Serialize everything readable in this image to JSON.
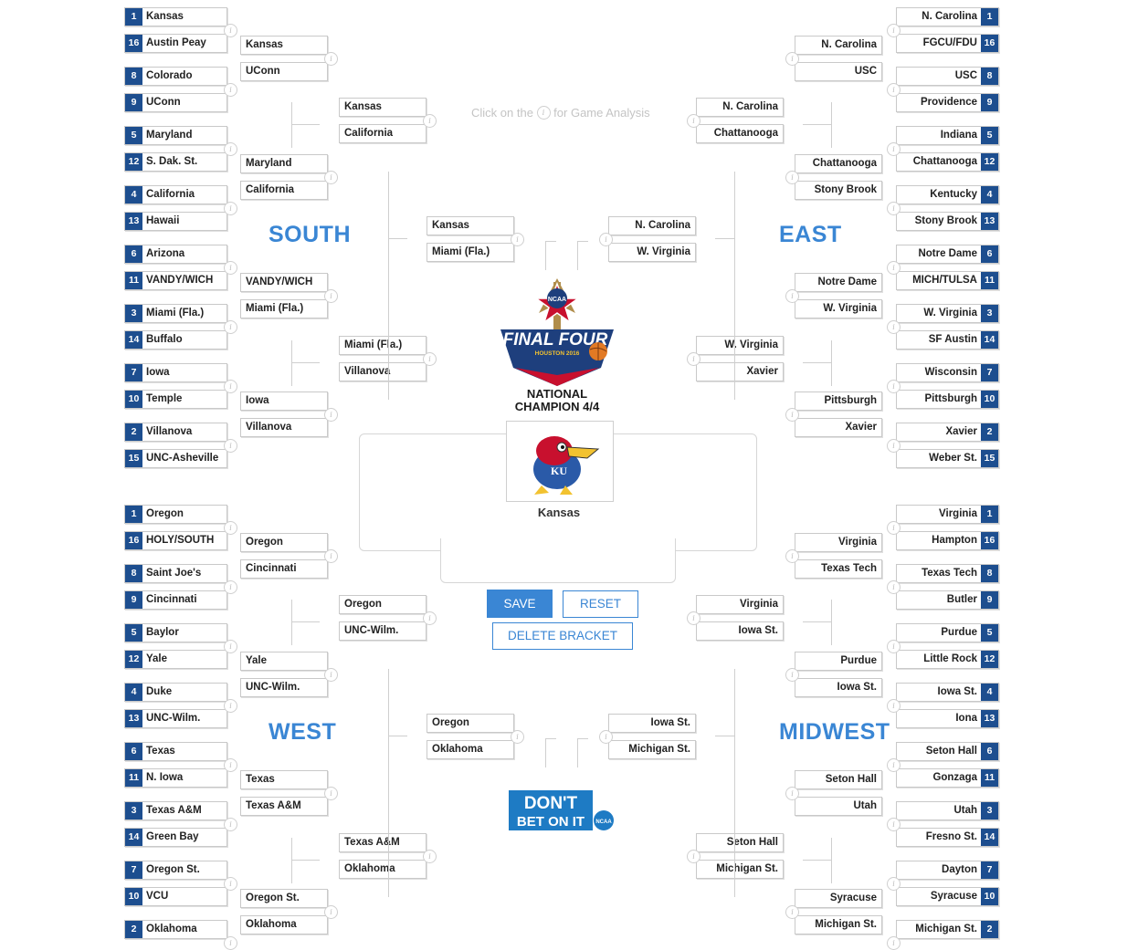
{
  "hint": {
    "before": "Click on the",
    "after": "for Game Analysis"
  },
  "regions": {
    "south": "SOUTH",
    "east": "EAST",
    "west": "WEST",
    "midwest": "MIDWEST"
  },
  "logo": {
    "badge": "NCAA",
    "line1": "FINAL FOUR",
    "line2": "HOUSTON 2016"
  },
  "title": {
    "line1": "NATIONAL",
    "line2": "CHAMPION 4/4"
  },
  "champion": "Kansas",
  "buttons": {
    "save": "SAVE",
    "reset": "RESET",
    "delete": "DELETE BRACKET"
  },
  "dbo": {
    "line1": "DON'T",
    "line2": "BET ON IT",
    "badge": "NCAA"
  },
  "colors": {
    "seed": "#1d4e8f",
    "accent": "#3a86d4"
  },
  "south": {
    "r1": [
      [
        "1",
        "Kansas"
      ],
      [
        "16",
        "Austin Peay"
      ],
      [
        "8",
        "Colorado"
      ],
      [
        "9",
        "UConn"
      ],
      [
        "5",
        "Maryland"
      ],
      [
        "12",
        "S. Dak. St."
      ],
      [
        "4",
        "California"
      ],
      [
        "13",
        "Hawaii"
      ],
      [
        "6",
        "Arizona"
      ],
      [
        "11",
        "VANDY/WICH"
      ],
      [
        "3",
        "Miami (Fla.)"
      ],
      [
        "14",
        "Buffalo"
      ],
      [
        "7",
        "Iowa"
      ],
      [
        "10",
        "Temple"
      ],
      [
        "2",
        "Villanova"
      ],
      [
        "15",
        "UNC-Asheville"
      ]
    ],
    "r2": [
      "Kansas",
      "UConn",
      "Maryland",
      "California",
      "VANDY/WICH",
      "Miami (Fla.)",
      "Iowa",
      "Villanova"
    ],
    "r3": [
      "Kansas",
      "California",
      "Miami (Fla.)",
      "Villanova"
    ],
    "r4": [
      "Kansas",
      "Miami (Fla.)"
    ]
  },
  "east": {
    "r1": [
      [
        "1",
        "N. Carolina"
      ],
      [
        "16",
        "FGCU/FDU"
      ],
      [
        "8",
        "USC"
      ],
      [
        "9",
        "Providence"
      ],
      [
        "5",
        "Indiana"
      ],
      [
        "12",
        "Chattanooga"
      ],
      [
        "4",
        "Kentucky"
      ],
      [
        "13",
        "Stony Brook"
      ],
      [
        "6",
        "Notre Dame"
      ],
      [
        "11",
        "MICH/TULSA"
      ],
      [
        "3",
        "W. Virginia"
      ],
      [
        "14",
        "SF Austin"
      ],
      [
        "7",
        "Wisconsin"
      ],
      [
        "10",
        "Pittsburgh"
      ],
      [
        "2",
        "Xavier"
      ],
      [
        "15",
        "Weber St."
      ]
    ],
    "r2": [
      "N. Carolina",
      "USC",
      "Chattanooga",
      "Stony Brook",
      "Notre Dame",
      "W. Virginia",
      "Pittsburgh",
      "Xavier"
    ],
    "r3": [
      "N. Carolina",
      "Chattanooga",
      "W. Virginia",
      "Xavier"
    ],
    "r4": [
      "N. Carolina",
      "W. Virginia"
    ]
  },
  "west": {
    "r1": [
      [
        "1",
        "Oregon"
      ],
      [
        "16",
        "HOLY/SOUTH"
      ],
      [
        "8",
        "Saint Joe's"
      ],
      [
        "9",
        "Cincinnati"
      ],
      [
        "5",
        "Baylor"
      ],
      [
        "12",
        "Yale"
      ],
      [
        "4",
        "Duke"
      ],
      [
        "13",
        "UNC-Wilm."
      ],
      [
        "6",
        "Texas"
      ],
      [
        "11",
        "N. Iowa"
      ],
      [
        "3",
        "Texas A&M"
      ],
      [
        "14",
        "Green Bay"
      ],
      [
        "7",
        "Oregon St."
      ],
      [
        "10",
        "VCU"
      ],
      [
        "2",
        "Oklahoma"
      ]
    ],
    "r2": [
      "Oregon",
      "Cincinnati",
      "Yale",
      "UNC-Wilm.",
      "Texas",
      "Texas A&M",
      "Oregon St.",
      "Oklahoma"
    ],
    "r3": [
      "Oregon",
      "UNC-Wilm.",
      "Texas A&M",
      "Oklahoma"
    ],
    "r4": [
      "Oregon",
      "Oklahoma"
    ]
  },
  "midwest": {
    "r1": [
      [
        "1",
        "Virginia"
      ],
      [
        "16",
        "Hampton"
      ],
      [
        "8",
        "Texas Tech"
      ],
      [
        "9",
        "Butler"
      ],
      [
        "5",
        "Purdue"
      ],
      [
        "12",
        "Little Rock"
      ],
      [
        "4",
        "Iowa St."
      ],
      [
        "13",
        "Iona"
      ],
      [
        "6",
        "Seton Hall"
      ],
      [
        "11",
        "Gonzaga"
      ],
      [
        "3",
        "Utah"
      ],
      [
        "14",
        "Fresno St."
      ],
      [
        "7",
        "Dayton"
      ],
      [
        "10",
        "Syracuse"
      ],
      [
        "2",
        "Michigan St."
      ]
    ],
    "r2": [
      "Virginia",
      "Texas Tech",
      "Purdue",
      "Iowa St.",
      "Seton Hall",
      "Utah",
      "Syracuse",
      "Michigan St."
    ],
    "r3": [
      "Virginia",
      "Iowa St.",
      "Seton Hall",
      "Michigan St."
    ],
    "r4": [
      "Iowa St.",
      "Michigan St."
    ]
  },
  "final_four": {
    "left": [
      "Kansas",
      "Oklahoma"
    ],
    "right": [
      "N. Carolina",
      "Iowa St."
    ]
  },
  "final": [
    "Kansas",
    "N. Carolina"
  ]
}
